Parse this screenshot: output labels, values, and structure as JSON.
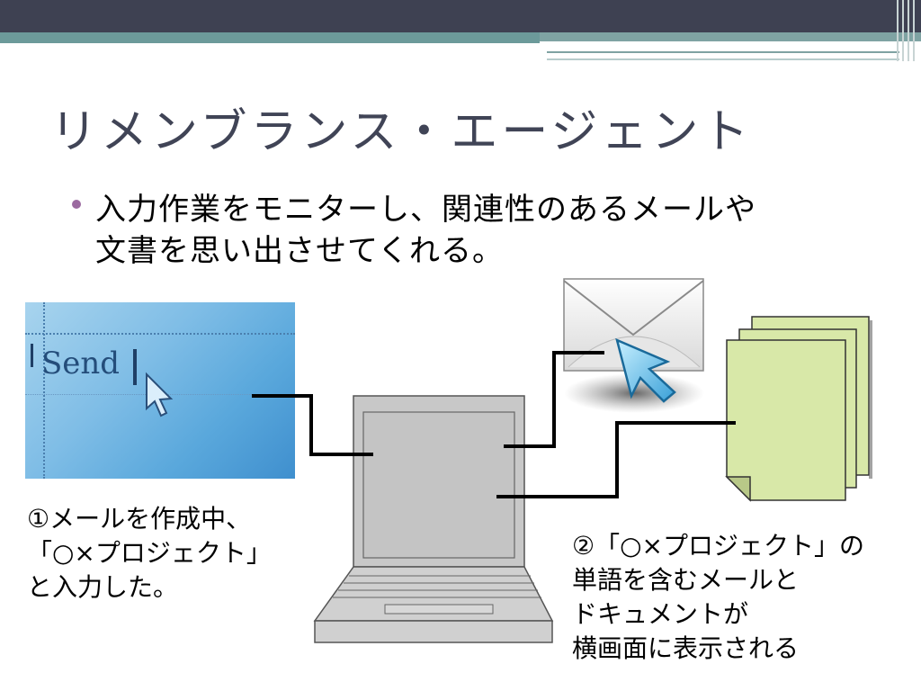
{
  "slide": {
    "title": "リメンブランス・エージェント"
  },
  "bullet": {
    "line1": "入力作業をモニターし、関連性のあるメールや",
    "line2": "文書を思い出させてくれる。"
  },
  "photo": {
    "typed_text": "Send"
  },
  "caption_left": {
    "line1": "①メールを作成中、",
    "line2": "「○×プロジェクト」",
    "line3": "と入力した。"
  },
  "caption_right": {
    "line1": "②「○×プロジェクト」の",
    "line2": "単語を含むメールと",
    "line3": "ドキュメントが",
    "line4": "横画面に表示される"
  },
  "colors": {
    "header_dark": "#3e4152",
    "header_teal": "#6c9a9a",
    "title": "#404456",
    "bullet": "#9b6aa0",
    "document_fill": "#d8e8a8",
    "laptop_fill": "#c8c8c8"
  }
}
